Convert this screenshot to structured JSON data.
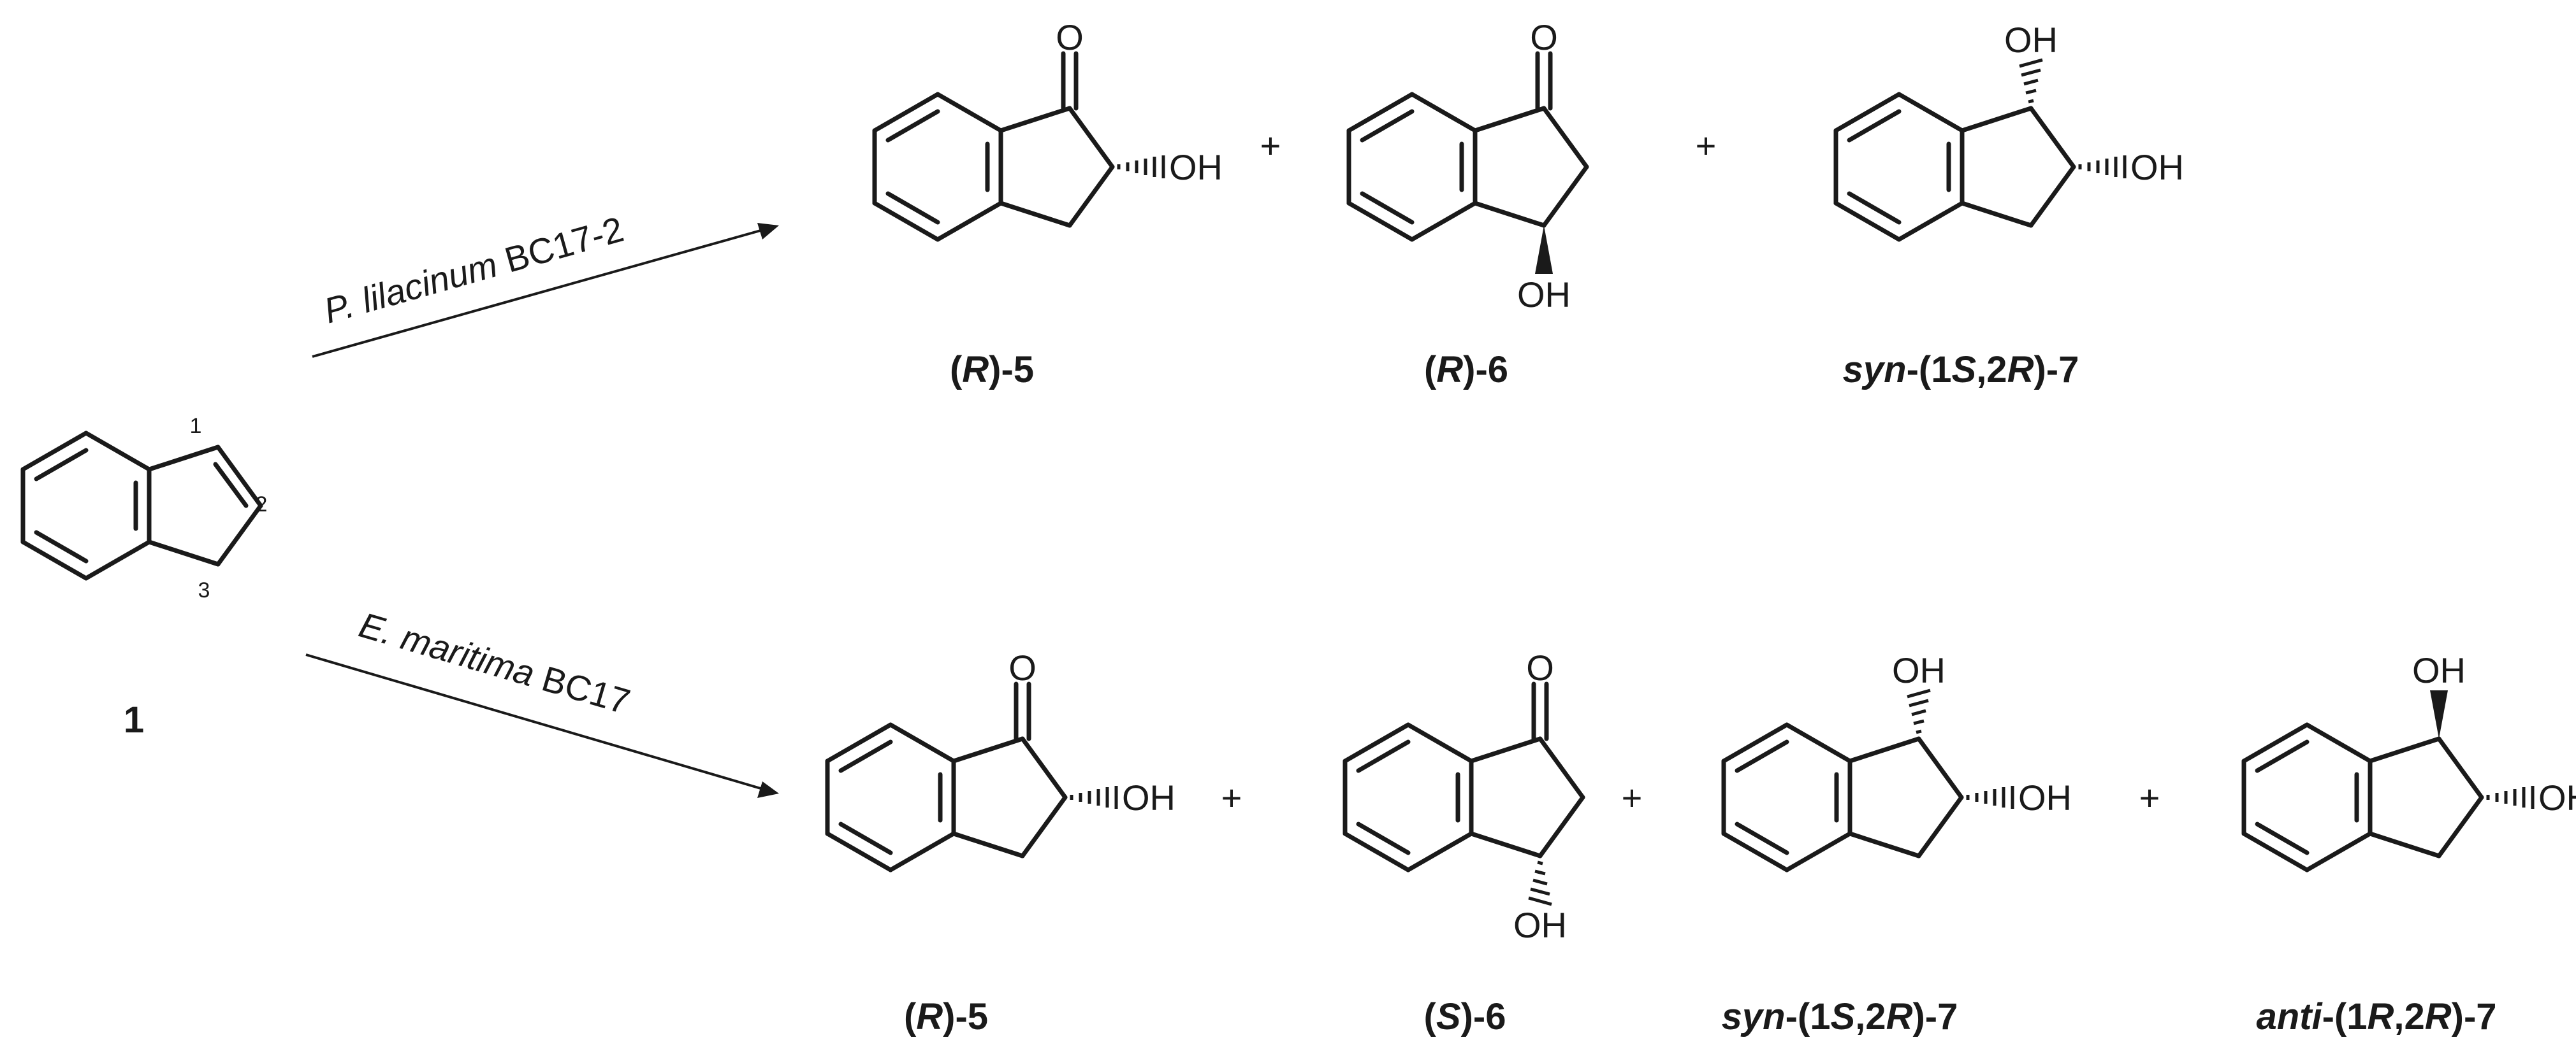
{
  "substrate": {
    "label": "1",
    "positions": [
      "1",
      "2",
      "3"
    ]
  },
  "top_reaction": {
    "organism_species": "P. lilacinum",
    "organism_strain": "BC17-2",
    "products": [
      "(R)-5",
      "(R)-6",
      "syn-(1S,2R)-7"
    ],
    "labels": [
      {
        "parts": [
          {
            "t": "("
          },
          {
            "t": "R",
            "i": true
          },
          {
            "t": ")-5"
          }
        ]
      },
      {
        "parts": [
          {
            "t": "("
          },
          {
            "t": "R",
            "i": true
          },
          {
            "t": ")-6"
          }
        ]
      },
      {
        "parts": [
          {
            "t": "syn",
            "i": true
          },
          {
            "t": "-(1"
          },
          {
            "t": "S",
            "i": true
          },
          {
            "t": ",2"
          },
          {
            "t": "R",
            "i": true
          },
          {
            "t": ")-7"
          }
        ]
      }
    ]
  },
  "bottom_reaction": {
    "organism_species": "E. maritima",
    "organism_strain": "BC17",
    "products": [
      "(R)-5",
      "(S)-6",
      "syn-(1S,2R)-7",
      "anti-(1R,2R)-7"
    ],
    "labels": [
      {
        "parts": [
          {
            "t": "("
          },
          {
            "t": "R",
            "i": true
          },
          {
            "t": ")-5"
          }
        ]
      },
      {
        "parts": [
          {
            "t": "("
          },
          {
            "t": "S",
            "i": true
          },
          {
            "t": ")-6"
          }
        ]
      },
      {
        "parts": [
          {
            "t": "syn",
            "i": true
          },
          {
            "t": "-(1"
          },
          {
            "t": "S",
            "i": true
          },
          {
            "t": ",2"
          },
          {
            "t": "R",
            "i": true
          },
          {
            "t": ")-7"
          }
        ]
      },
      {
        "parts": [
          {
            "t": "anti",
            "i": true
          },
          {
            "t": "-(1"
          },
          {
            "t": "R",
            "i": true
          },
          {
            "t": ",2"
          },
          {
            "t": "R",
            "i": true
          },
          {
            "t": ")-7"
          }
        ]
      }
    ]
  },
  "atoms": {
    "oxygen": "O",
    "hydroxyl": "OH"
  },
  "plus_sign": "+"
}
